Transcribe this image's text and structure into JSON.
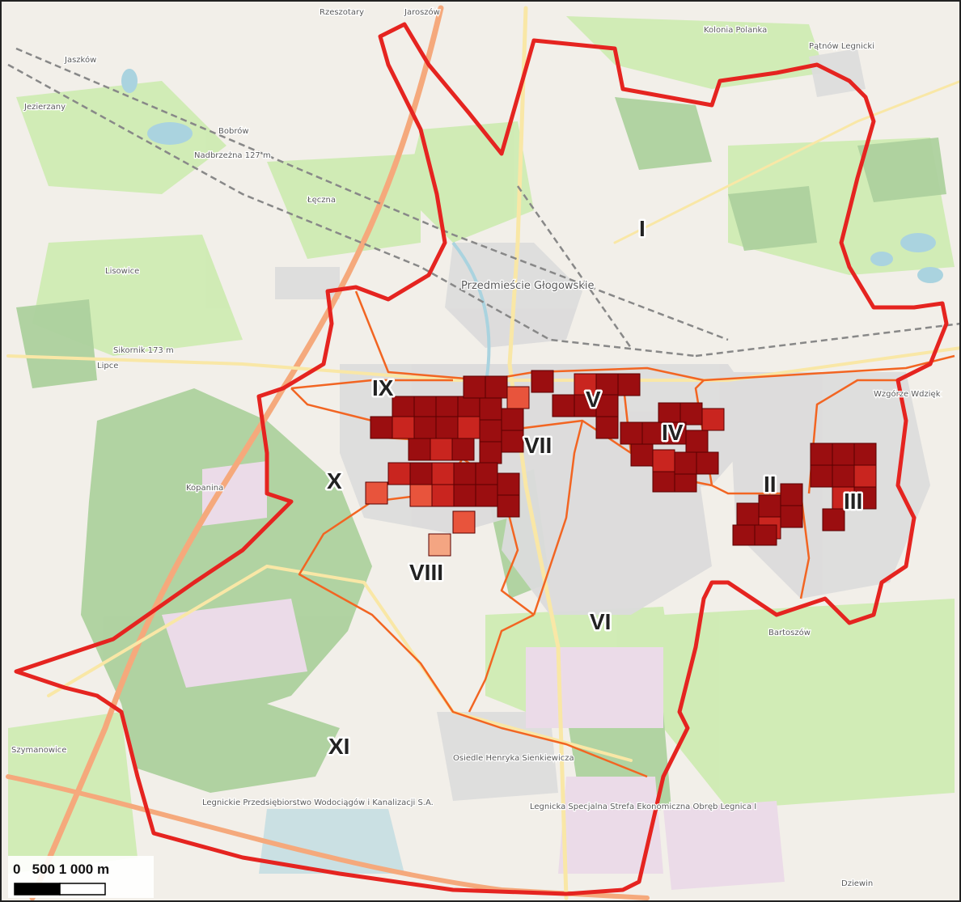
{
  "map": {
    "colors": {
      "base": "#f2efe9",
      "forest": "#add19e",
      "field": "#cdebb0",
      "residential": "#dcdcdc",
      "industrial": "#ebdbe8",
      "water": "#aad3df",
      "city_boundary": "#e52420",
      "district_boundary": "#f26522",
      "grid_dark": "#9b0e10",
      "grid_medium": "#c9251f",
      "grid_light": "#e8543c",
      "grid_pale": "#f4a582",
      "road_major": "#f5a97c",
      "road_secondary": "#f9e7a6",
      "railway": "#888888"
    },
    "district_labels": [
      "I",
      "II",
      "III",
      "IV",
      "V",
      "VI",
      "VII",
      "VIII",
      "IX",
      "X",
      "XI"
    ],
    "place_labels": [
      "Jaszków",
      "Rzeszotary",
      "Jaroszów",
      "Kolonia Polanka",
      "Pątnów Legnicki",
      "Jezierzany",
      "Bobrów",
      "Nadbrzeżna 127 m",
      "Łęczna",
      "Lisowice",
      "Przedmieście Głogowskie",
      "Lipce",
      "Sikornik 173 m",
      "Kopanina",
      "Bartoszów",
      "Szymanowice",
      "Osiedle Henryka Sienkiewicza",
      "Legnicka Specjalna Strefa Ekonomiczna Obręb Legnica I",
      "Legnickie Przedsiębiorstwo Wodociągów i Kanalizacji S.A.",
      "Wzgórze Wdzięk",
      "Dziewin"
    ],
    "scale_bar": {
      "label": "0   500 1 000 m"
    }
  }
}
